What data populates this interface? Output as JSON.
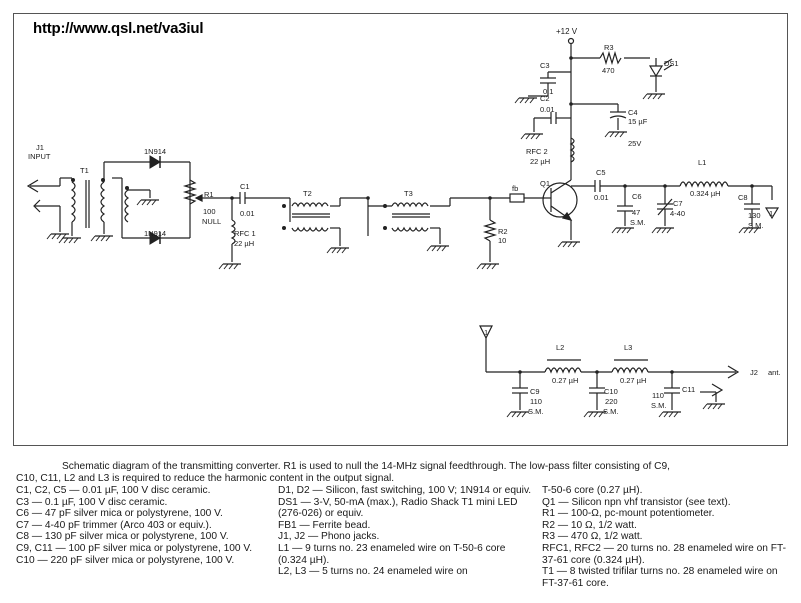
{
  "url": "http://www.qsl.net/va3iul",
  "schematic": {
    "supply": "+12 V",
    "input": [
      "J1",
      "INPUT"
    ],
    "antenna": [
      "J2",
      "ant."
    ],
    "labels": {
      "T1": "T1",
      "T2": "T2",
      "T3": "T3",
      "D1": "1N914",
      "D2": "1N914",
      "R1": "R1",
      "R1_val1": "100",
      "R1_val2": "NULL",
      "C1": "C1",
      "C1_val": "0.01",
      "RFC1": "RFC 1",
      "RFC1_val": "22 µH",
      "R2": "R2",
      "R2_val": "10",
      "FB": "fb",
      "Q1": "Q1",
      "C2": "C2",
      "C2_val": "0.01",
      "C3": "C3",
      "C3_val": "0.1",
      "C4": "C4",
      "C4_val1": "15 µF",
      "C4_val2": "25V",
      "RFC2": "RFC 2",
      "RFC2_val": "22 µH",
      "R3": "R3",
      "R3_val": "470",
      "DS1": "DS1",
      "C5": "C5",
      "C5_val": "0.01",
      "C6": "C6",
      "C6_val1": "47",
      "C6_val2": "S.M.",
      "C7": "C7",
      "C7_val": "4-40",
      "L1": "L1",
      "L1_val": "0.324 µH",
      "C8": "C8",
      "C8_val1": "130",
      "C8_val2": "S.M.",
      "L2": "L2",
      "L2_val": "0.27 µH",
      "L3": "L3",
      "L3_val": "0.27 µH",
      "C9": "C9",
      "C9_val1": "110",
      "C9_val2": "S.M.",
      "C10": "C10",
      "C10_val1": "220",
      "C10_val2": "S.M.",
      "C11": "C11",
      "C11_val1": "110",
      "C11_val2": "S.M.",
      "conn": "1"
    }
  },
  "caption": {
    "line1": "Schematic diagram of the transmitting converter. R1 is used to null the 14-MHz signal feedthrough. The low-pass filter consisting of C9,",
    "line2": "C10, C11, L2 and L3 is required to reduce the harmonic content in the output signal.",
    "col1": [
      "C1, C2, C5 — 0.01 µF, 100 V disc ceramic.",
      "C3 — 0.1 µF, 100 V disc ceramic.",
      "C6 — 47 pF silver mica or polystyrene, 100 V.",
      "C7 — 4-40 pF trimmer (Arco 403 or equiv.).",
      "C8 — 130 pF silver mica or polystyrene, 100 V.",
      "C9, C11 — 100 pF silver mica or polystyrene, 100 V.",
      "C10 — 220 pF silver mica or polystyrene, 100 V."
    ],
    "col2": [
      "D1, D2 — Silicon, fast switching, 100 V; 1N914 or equiv.",
      "DS1 — 3-V, 50-mA (max.), Radio Shack T1 mini LED (276-026) or equiv.",
      "FB1 — Ferrite bead.",
      "J1, J2 — Phono jacks.",
      "L1 — 9 turns no. 23 enameled wire on T-50-6 core (0.324 µH).",
      "L2, L3 — 5 turns no. 24 enameled wire on"
    ],
    "col3": [
      "T-50-6 core (0.27 µH).",
      "Q1 — Silicon npn vhf transistor (see text).",
      "R1 — 100-Ω, pc-mount potentiometer.",
      "R2 — 10 Ω, 1/2 watt.",
      "R3 — 470 Ω, 1/2 watt.",
      "RFC1, RFC2 — 20 turns no. 28 enameled wire on FT-37-61 core (0.324 µH).",
      "T1 — 8 twisted trifilar turns no. 28 enameled wire on FT-37-61 core."
    ]
  }
}
